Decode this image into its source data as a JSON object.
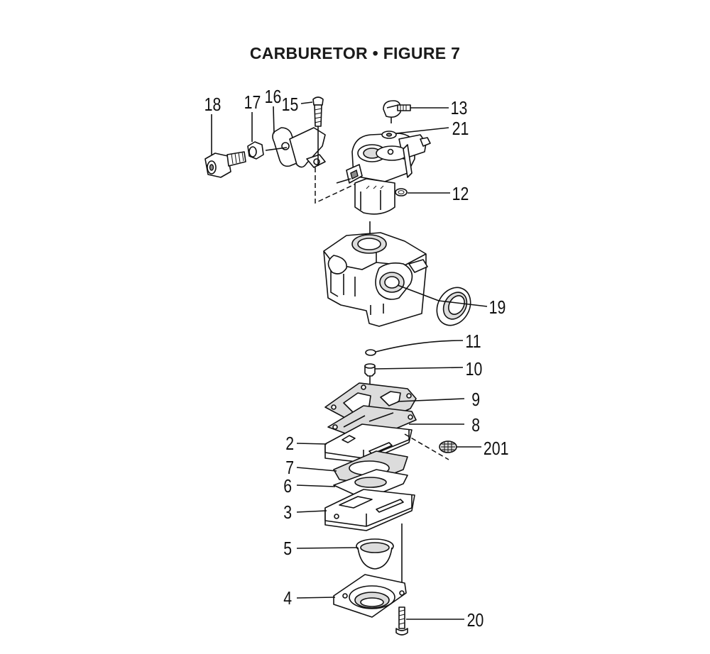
{
  "title": "CARBURETOR  •  FIGURE 7",
  "callouts": {
    "p2": "2",
    "p3": "3",
    "p4": "4",
    "p5": "5",
    "p6": "6",
    "p7": "7",
    "p8": "8",
    "p9": "9",
    "p10": "10",
    "p11": "11",
    "p12": "12",
    "p13": "13",
    "p15": "15",
    "p16": "16",
    "p17": "17",
    "p18": "18",
    "p19": "19",
    "p20": "20",
    "p21": "21",
    "p201": "201"
  }
}
